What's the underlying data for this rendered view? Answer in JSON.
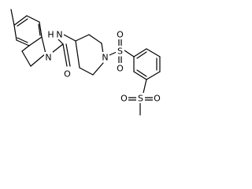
{
  "molecule": {
    "atom_labels": {
      "n_indoline": "N",
      "o_carbonyl": "O",
      "nh_amide": "N",
      "h_amide": "H",
      "n_piperidine": "N",
      "s_sulfonamide": "S",
      "o_sulfonamide_top": "O",
      "o_sulfonamide_bottom": "O",
      "s_sulfone": "S",
      "o_sulfone_left": "O",
      "o_sulfone_right": "O"
    }
  }
}
